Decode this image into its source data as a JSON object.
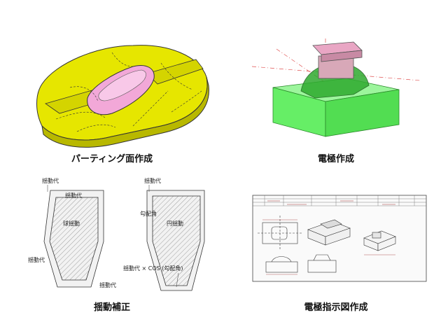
{
  "captions": {
    "parting": "パーティング面作成",
    "electrode": "電極作成",
    "swing": "揺動補正",
    "drawing": "電極指示図作成"
  },
  "swing_labels": {
    "left_top": "揺動代",
    "left_inner_top": "揺動代",
    "left_center": "球揺動",
    "left_side": "揺動代",
    "left_bottom": "揺動代",
    "right_top": "揺動代",
    "right_angle": "勾配角",
    "right_center": "円揺動",
    "right_formula": "揺動代 × COS (勾配角)"
  },
  "colors": {
    "yellow": "#e6e600",
    "pink": "#f2a8d8",
    "green": "#66ee66",
    "hatch": "#666666"
  }
}
